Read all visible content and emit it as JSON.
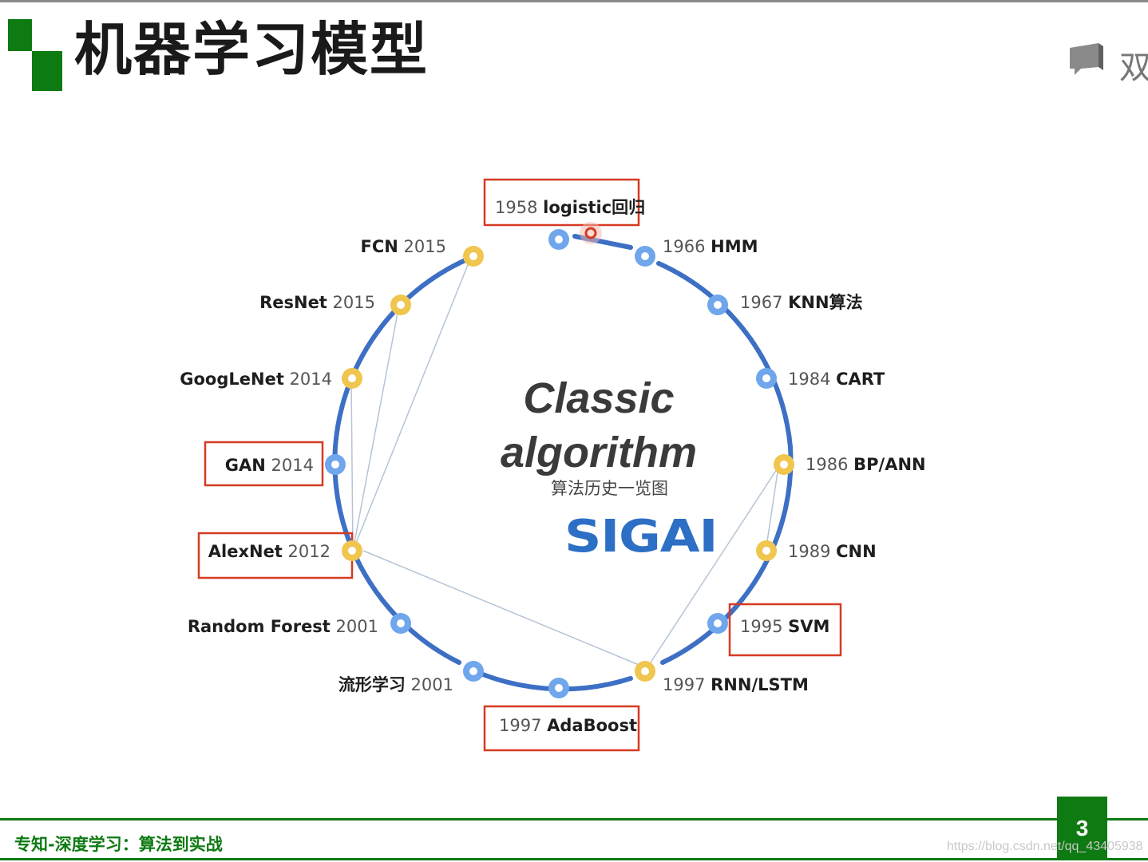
{
  "header": {
    "title": "机器学习模型",
    "corner_text": "双"
  },
  "center": {
    "title_line1": "Classic",
    "title_line2": "algorithm",
    "subtitle": "算法历史一览图",
    "logo": "SIGAI"
  },
  "footer": {
    "text": "专知-深度学习：算法到实战",
    "page_number": "3",
    "watermark": "https://blog.csdn.net/qq_43405938"
  },
  "colors": {
    "accent_green": "#0e7a12",
    "ring_blue": "#3d6fc4",
    "node_blue": "#6fa6ec",
    "node_yellow": "#f0c64e",
    "highlight_red": "#d63a22"
  },
  "timeline": [
    {
      "year": "1958",
      "name": "logistic回归",
      "kind": "blue",
      "highlighted": true
    },
    {
      "year": "1966",
      "name": "HMM",
      "kind": "blue",
      "highlighted": false
    },
    {
      "year": "1967",
      "name": "KNN算法",
      "kind": "blue",
      "highlighted": false
    },
    {
      "year": "1984",
      "name": "CART",
      "kind": "blue",
      "highlighted": false
    },
    {
      "year": "1986",
      "name": "BP/ANN",
      "kind": "yellow",
      "highlighted": false
    },
    {
      "year": "1989",
      "name": "CNN",
      "kind": "yellow",
      "highlighted": false
    },
    {
      "year": "1995",
      "name": "SVM",
      "kind": "blue",
      "highlighted": true
    },
    {
      "year": "1997",
      "name": "RNN/LSTM",
      "kind": "yellow",
      "highlighted": false
    },
    {
      "year": "1997",
      "name": "AdaBoost",
      "kind": "blue",
      "highlighted": true
    },
    {
      "year": "2001",
      "name": "流形学习",
      "kind": "blue",
      "highlighted": false
    },
    {
      "year": "2001",
      "name": "Random Forest",
      "kind": "blue",
      "highlighted": false
    },
    {
      "year": "2012",
      "name": "AlexNet",
      "kind": "yellow",
      "highlighted": true
    },
    {
      "year": "2014",
      "name": "GAN",
      "kind": "blue",
      "highlighted": true
    },
    {
      "year": "2014",
      "name": "GoogLeNet",
      "kind": "yellow",
      "highlighted": false
    },
    {
      "year": "2015",
      "name": "ResNet",
      "kind": "yellow",
      "highlighted": false
    },
    {
      "year": "2015",
      "name": "FCN",
      "kind": "yellow",
      "highlighted": false
    }
  ]
}
